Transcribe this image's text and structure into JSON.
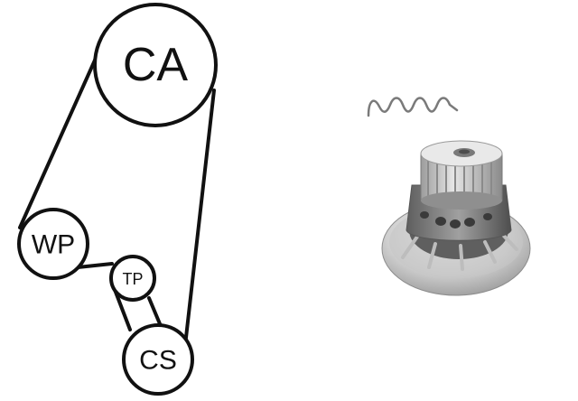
{
  "belt_diagram": {
    "pulleys": [
      {
        "id": "camshaft",
        "label": "CA"
      },
      {
        "id": "water_pump",
        "label": "WP"
      },
      {
        "id": "tensioner",
        "label": "TP"
      },
      {
        "id": "crankshaft",
        "label": "CS"
      }
    ]
  },
  "product_image": {
    "items": [
      "gasket-icon",
      "water-pump-icon"
    ]
  },
  "colors": {
    "line": "#111111",
    "pump_light": "#d8d8d8",
    "pump_mid": "#a9a9a9",
    "pump_dark": "#6e6e6e"
  }
}
